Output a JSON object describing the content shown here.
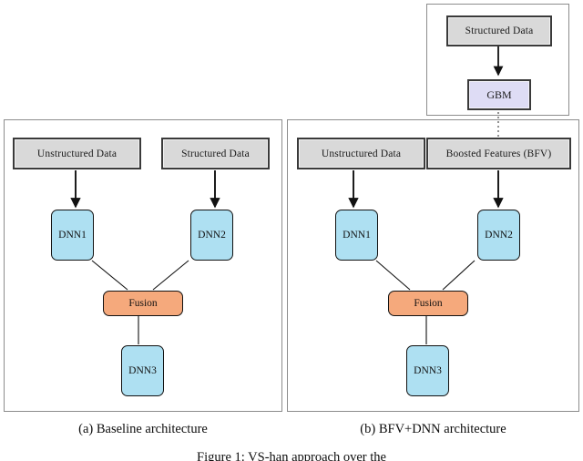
{
  "figure": {
    "caption": "Figure 1:  VS-han approach over the",
    "panels": [
      {
        "id": "baseline",
        "caption": "(a) Baseline architecture",
        "nodes": {
          "input_left": "Unstructured Data",
          "input_right": "Structured Data",
          "dnn_left": "DNN1",
          "dnn_right": "DNN2",
          "fusion": "Fusion",
          "dnn_out": "DNN3"
        }
      },
      {
        "id": "bfvdnn",
        "caption": "(b) BFV+DNN architecture",
        "nodes": {
          "input_left": "Unstructured Data",
          "input_right": "Boosted Features (BFV)",
          "dnn_left": "DNN1",
          "dnn_right": "DNN2",
          "fusion": "Fusion",
          "dnn_out": "DNN3"
        }
      }
    ],
    "gbm_panel": {
      "input": "Structured Data",
      "model": "GBM"
    }
  },
  "colors": {
    "data_box_fill": "#d9d9d9",
    "gbm_box_fill": "#dedcf5",
    "dnn_box_fill": "#aee0f2",
    "fusion_box_fill": "#f5a97c",
    "border": "#3a3a3a",
    "panel_border": "#8c8c8c",
    "background": "#ffffff"
  }
}
